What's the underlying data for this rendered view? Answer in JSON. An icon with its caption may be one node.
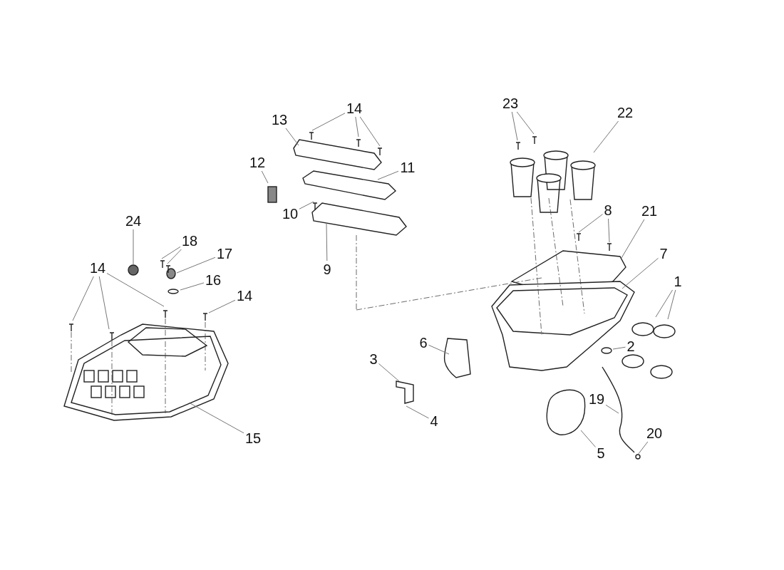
{
  "diagram": {
    "nodes": [
      {
        "text": [
          "14"
        ]
      },
      {
        "text": [
          "23"
        ]
      },
      {
        "text": [
          "13"
        ]
      },
      {
        "text": [
          "22"
        ]
      },
      {
        "text": [
          "11"
        ]
      },
      {
        "text": [
          "12"
        ]
      },
      {
        "text": [
          "8"
        ]
      },
      {
        "text": [
          "21"
        ]
      },
      {
        "text": [
          "10"
        ]
      },
      {
        "text": [
          "24"
        ]
      },
      {
        "text": [
          "18"
        ]
      },
      {
        "text": [
          "17"
        ]
      },
      {
        "text": [
          "9"
        ]
      },
      {
        "text": [
          "7"
        ]
      },
      {
        "text": [
          "14"
        ]
      },
      {
        "text": [
          "16"
        ]
      },
      {
        "text": [
          "1"
        ]
      },
      {
        "text": [
          "14"
        ]
      },
      {
        "text": [
          "2"
        ]
      },
      {
        "text": [
          "6"
        ]
      },
      {
        "text": [
          "3"
        ]
      },
      {
        "text": [
          "19"
        ]
      },
      {
        "text": [
          "4"
        ]
      },
      {
        "text": [
          "15"
        ]
      },
      {
        "text": [
          "20"
        ]
      },
      {
        "text": [
          "5"
        ]
      }
    ],
    "edges": [
      {
        "from": 0,
        "to": null,
        "arrow": "none"
      },
      {
        "from": 0,
        "to": null,
        "arrow": "none"
      },
      {
        "from": 0,
        "to": null,
        "arrow": "none"
      },
      {
        "from": 1,
        "to": null,
        "arrow": "none"
      },
      {
        "from": 1,
        "to": null,
        "arrow": "none"
      },
      {
        "from": 2,
        "to": null,
        "arrow": "none"
      },
      {
        "from": 3,
        "to": null,
        "arrow": "none"
      },
      {
        "from": 4,
        "to": null,
        "arrow": "none"
      },
      {
        "from": 5,
        "to": null,
        "arrow": "none"
      },
      {
        "from": 6,
        "to": null,
        "arrow": "none"
      },
      {
        "from": 6,
        "to": null,
        "arrow": "none"
      },
      {
        "from": 7,
        "to": null,
        "arrow": "none"
      },
      {
        "from": 8,
        "to": null,
        "arrow": "none"
      },
      {
        "from": 9,
        "to": null,
        "arrow": "none"
      },
      {
        "from": 10,
        "to": null,
        "arrow": "none"
      },
      {
        "from": 10,
        "to": null,
        "arrow": "none"
      },
      {
        "from": 11,
        "to": null,
        "arrow": "none"
      },
      {
        "from": 12,
        "to": null,
        "arrow": "none"
      },
      {
        "from": 13,
        "to": null,
        "arrow": "none"
      },
      {
        "from": 14,
        "to": null,
        "arrow": "none"
      },
      {
        "from": 14,
        "to": null,
        "arrow": "none"
      },
      {
        "from": 14,
        "to": null,
        "arrow": "none"
      },
      {
        "from": 15,
        "to": null,
        "arrow": "none"
      },
      {
        "from": 16,
        "to": null,
        "arrow": "none"
      },
      {
        "from": 16,
        "to": null,
        "arrow": "none"
      },
      {
        "from": 17,
        "to": null,
        "arrow": "none"
      },
      {
        "from": 18,
        "to": null,
        "arrow": "none"
      },
      {
        "from": 19,
        "to": null,
        "arrow": "none"
      },
      {
        "from": 20,
        "to": null,
        "arrow": "none"
      },
      {
        "from": 21,
        "to": null,
        "arrow": "none"
      },
      {
        "from": 22,
        "to": null,
        "arrow": "none"
      },
      {
        "from": 23,
        "to": null,
        "arrow": "none"
      },
      {
        "from": 24,
        "to": null,
        "arrow": "none"
      },
      {
        "from": 25,
        "to": null,
        "arrow": "none"
      }
    ]
  }
}
